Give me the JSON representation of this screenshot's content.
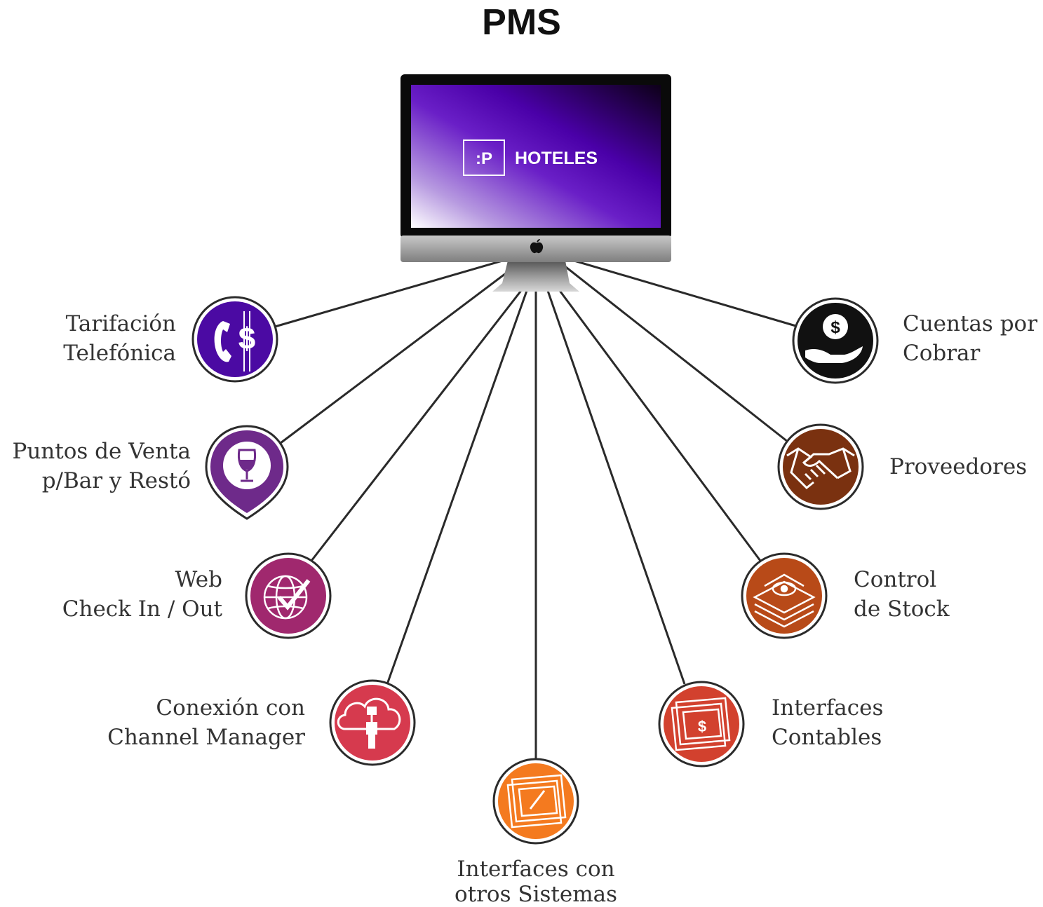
{
  "title": "PMS",
  "monitor": {
    "logo_mark": ":P",
    "brand": "HOTELES",
    "apple_icon": "apple-logo-icon"
  },
  "modules": [
    {
      "id": "tarifacion",
      "lines": [
        "Tarifación",
        "Telefónica"
      ],
      "icon": "phone-dollar-icon",
      "color": "#4B0AA3"
    },
    {
      "id": "puntos-venta",
      "lines": [
        "Puntos de Venta",
        "p/Bar y Restó"
      ],
      "icon": "wine-glass-pin-icon",
      "color": "#6E2A8A"
    },
    {
      "id": "web-checkin",
      "lines": [
        "Web",
        "Check In / Out"
      ],
      "icon": "globe-check-icon",
      "color": "#A0286E"
    },
    {
      "id": "channel-manager",
      "lines": [
        "Conexión con",
        "Channel Manager"
      ],
      "icon": "cloud-ethernet-icon",
      "color": "#D63A4E"
    },
    {
      "id": "otros-sistemas",
      "lines": [
        "Interfaces con",
        "otros Sistemas"
      ],
      "icon": "layers-pen-icon",
      "color": "#F47A1F"
    },
    {
      "id": "contables",
      "lines": [
        "Interfaces",
        "Contables"
      ],
      "icon": "layers-dollar-icon",
      "color": "#D2412E"
    },
    {
      "id": "stock",
      "lines": [
        "Control",
        "de Stock"
      ],
      "icon": "stacked-eye-icon",
      "color": "#B84A18"
    },
    {
      "id": "proveedores",
      "lines": [
        "Proveedores"
      ],
      "icon": "handshake-icon",
      "color": "#7A3110"
    },
    {
      "id": "cuentas",
      "lines": [
        "Cuentas por",
        "Cobrar"
      ],
      "icon": "hand-coin-icon",
      "color": "#111111"
    }
  ]
}
